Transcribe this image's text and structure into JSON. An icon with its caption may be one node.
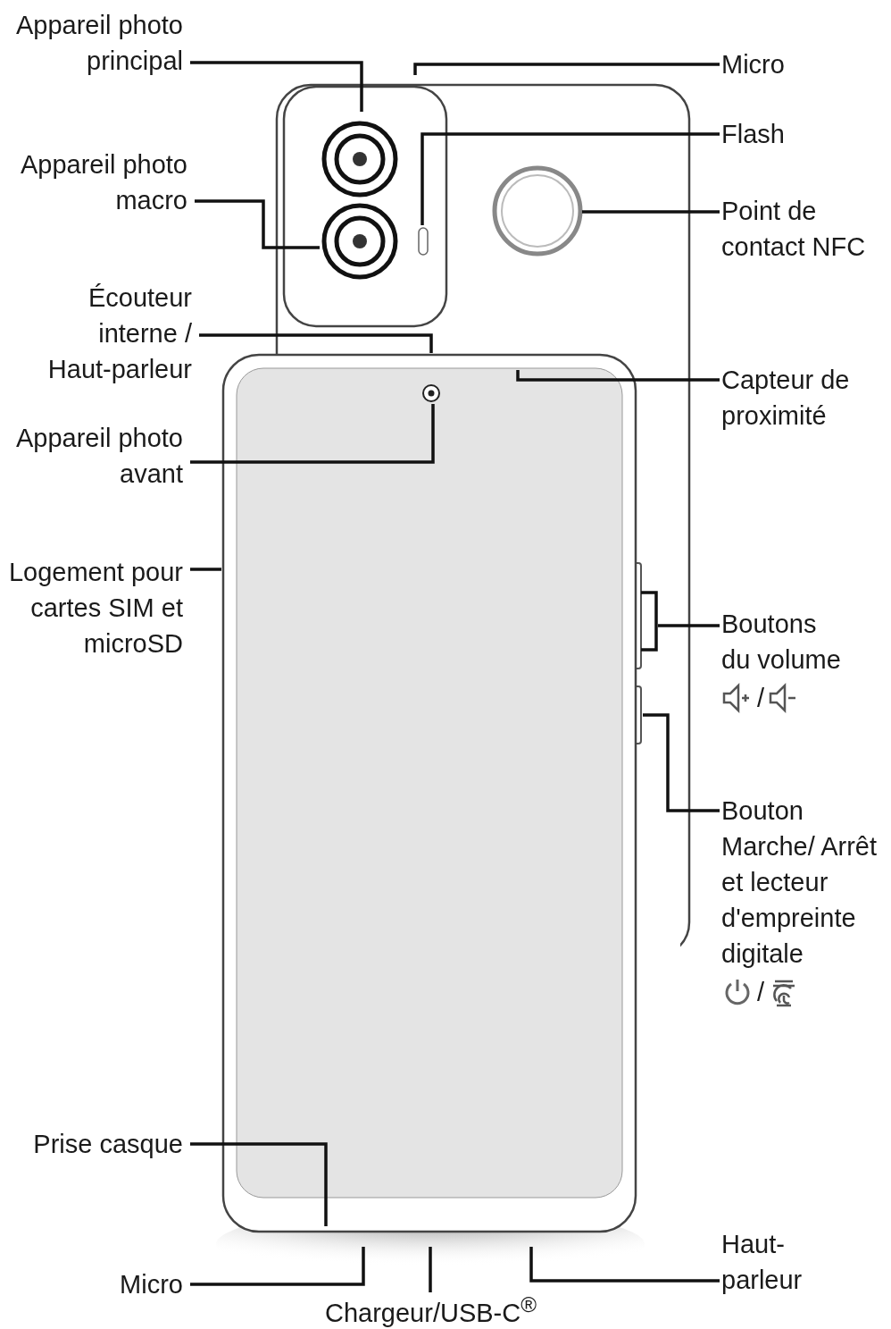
{
  "diagram": {
    "nodes": [
      {
        "text": [
          "Appareil photo principal"
        ]
      },
      {
        "text": [
          "Micro"
        ]
      },
      {
        "text": [
          "Flash"
        ]
      },
      {
        "text": [
          "Appareil photo macro"
        ]
      },
      {
        "text": [
          "Point de contact NFC"
        ]
      },
      {
        "text": [
          "Écouteur interne / Haut-parleur"
        ]
      },
      {
        "text": [
          "Capteur de proximité"
        ]
      },
      {
        "text": [
          "Appareil photo avant"
        ]
      },
      {
        "text": [
          "Logement pour cartes SIM et microSD"
        ]
      },
      {
        "text": [
          "Boutons du volume",
          "/"
        ]
      },
      {
        "text": [
          "Bouton Marche/ Arrêt et lecteur d'empreinte digitale",
          "/"
        ]
      },
      {
        "text": [
          "Prise casque"
        ]
      },
      {
        "text": [
          "Micro"
        ]
      },
      {
        "text": [
          "Chargeur/USB-C$^{®}$"
        ]
      },
      {
        "text": [
          "Haut-parleur"
        ]
      }
    ],
    "edges": [
      {
        "from": 0,
        "to": null,
        "arrow": "none"
      },
      {
        "from": 1,
        "to": null,
        "arrow": "none"
      },
      {
        "from": 2,
        "to": null,
        "arrow": "none"
      },
      {
        "from": 3,
        "to": null,
        "arrow": "none"
      },
      {
        "from": 4,
        "to": null,
        "arrow": "none"
      },
      {
        "from": 5,
        "to": null,
        "arrow": "none"
      },
      {
        "from": 6,
        "to": null,
        "arrow": "none"
      },
      {
        "from": 7,
        "to": null,
        "arrow": "none"
      },
      {
        "from": 8,
        "to": null,
        "arrow": "none"
      },
      {
        "from": 9,
        "to": null,
        "arrow": "none"
      },
      {
        "from": 10,
        "to": null,
        "arrow": "none"
      },
      {
        "from": 11,
        "to": null,
        "arrow": "none"
      },
      {
        "from": 12,
        "to": null,
        "arrow": "none"
      },
      {
        "from": 13,
        "to": null,
        "arrow": "none"
      },
      {
        "from": 14,
        "to": null,
        "arrow": "none"
      }
    ]
  }
}
